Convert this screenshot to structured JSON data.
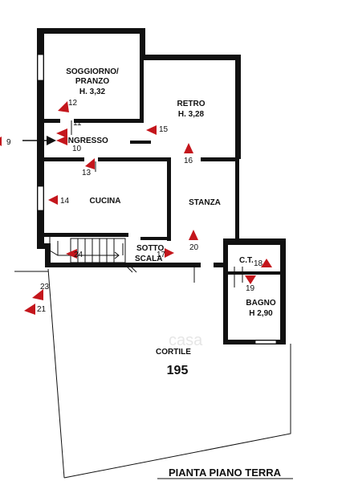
{
  "rooms": {
    "soggiorno": [
      "SOGGIORNO/",
      "PRANZO",
      "H. 3,32"
    ],
    "retro": [
      "RETRO",
      "H. 3,28"
    ],
    "ingresso": "INGRESSO",
    "cucina": "CUCINA",
    "stanza": "STANZA",
    "sottoscala": [
      "SOTTO",
      "SCALA"
    ],
    "ct": "C.T.",
    "bagno": [
      "BAGNO",
      "H 2,90"
    ],
    "cortile": "CORTILE"
  },
  "area": "195",
  "title": "PIANTA PIANO TERRA",
  "watermark": "casa",
  "markers": [
    "9",
    "10",
    "11",
    "12",
    "13",
    "14",
    "15",
    "16",
    "17",
    "18",
    "19",
    "20",
    "21",
    "23",
    "24"
  ],
  "colors": {
    "wall": "#111111",
    "marker": "#c4161c",
    "watermark": "#e6e6e6"
  }
}
